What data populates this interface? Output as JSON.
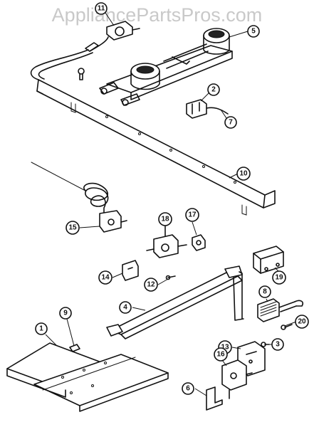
{
  "watermark": "AppliancePartsPros.com",
  "callouts": [
    {
      "id": "c11",
      "label": "11"
    },
    {
      "id": "c5",
      "label": "5"
    },
    {
      "id": "c2",
      "label": "2"
    },
    {
      "id": "c7",
      "label": "7"
    },
    {
      "id": "c10",
      "label": "10"
    },
    {
      "id": "c15",
      "label": "15"
    },
    {
      "id": "c18",
      "label": "18"
    },
    {
      "id": "c17",
      "label": "17"
    },
    {
      "id": "c14",
      "label": "14"
    },
    {
      "id": "c12",
      "label": "12"
    },
    {
      "id": "c19",
      "label": "19"
    },
    {
      "id": "c4",
      "label": "4"
    },
    {
      "id": "c8",
      "label": "8"
    },
    {
      "id": "c9",
      "label": "9"
    },
    {
      "id": "c1",
      "label": "1"
    },
    {
      "id": "c20",
      "label": "20"
    },
    {
      "id": "c13",
      "label": "13"
    },
    {
      "id": "c3",
      "label": "3"
    },
    {
      "id": "c16",
      "label": "16"
    },
    {
      "id": "c6",
      "label": "6"
    }
  ]
}
